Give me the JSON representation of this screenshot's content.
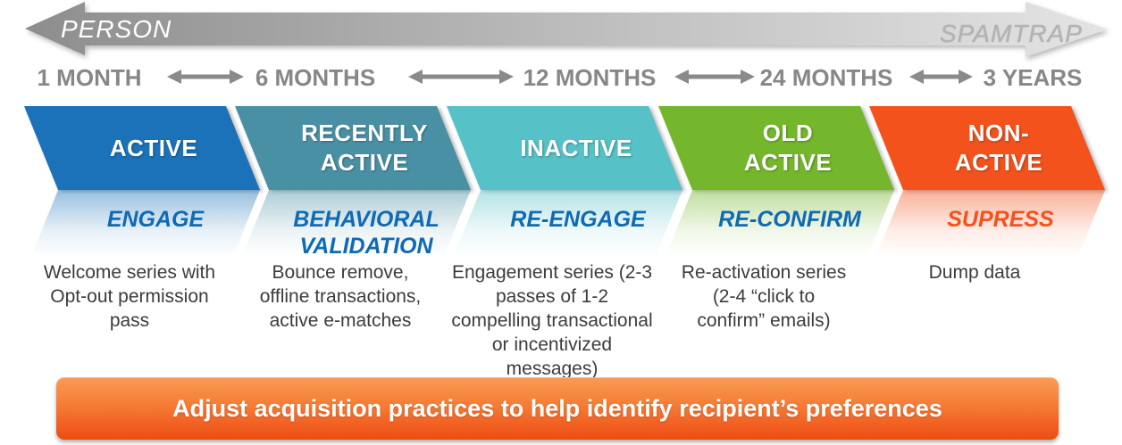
{
  "spectrum": {
    "left_label": "PERSON",
    "right_label": "SPAMTRAP",
    "gradient_left": "#8d8d8d",
    "gradient_right": "#e4e4e4"
  },
  "timeline": {
    "milestones": [
      "1 MONTH",
      "6 MONTHS",
      "12 MONTHS",
      "24 MONTHS",
      "3 YEARS"
    ],
    "text_color": "#878787",
    "arrow_color": "#8a8a8a"
  },
  "stages": [
    {
      "title": "ACTIVE",
      "action": "ENGAGE",
      "description": "Welcome series with\nOpt-out permission\npass",
      "color": "#1b72b8",
      "action_color": "#0f6ab4"
    },
    {
      "title": "RECENTLY\nACTIVE",
      "action": "BEHAVIORAL\nVALIDATION",
      "description": "Bounce remove,\noffline transactions,\nactive e-matches",
      "color": "#4a90a4",
      "action_color": "#0f6ab4"
    },
    {
      "title": "INACTIVE",
      "action": "RE-ENGAGE",
      "description": "Engagement series (2-3\npasses of 1-2\ncompelling transactional\nor incentivized\nmessages)",
      "color": "#56c1c7",
      "action_color": "#0f6ab4"
    },
    {
      "title": "OLD\nACTIVE",
      "action": "RE-CONFIRM",
      "description": "Re-activation series\n(2-4 “click to\nconfirm” emails)",
      "color": "#74b62c",
      "action_color": "#0f6ab4"
    },
    {
      "title": "NON-\nACTIVE",
      "action": "SUPRESS",
      "description": "Dump data",
      "color": "#f3521c",
      "action_color": "#f3521c"
    }
  ],
  "banner": {
    "text": "Adjust acquisition practices to help identify recipient’s preferences",
    "gradient_top": "#f89c55",
    "gradient_bottom": "#e8500f"
  }
}
